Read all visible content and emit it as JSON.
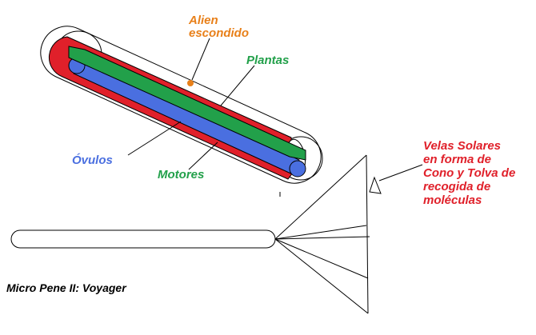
{
  "labels": {
    "alien": "Alien\nescondido",
    "plantas": "Plantas",
    "ovulos": "Óvulos",
    "motores": "Motores",
    "velas": "Velas Solares\nen forma de\nCono y Tolva de\nrecogida de\nmoléculas",
    "title": "Micro Pene II: Voyager"
  },
  "colors": {
    "alien": "#e8801a",
    "plantas": "#22a04a",
    "ovulos": "#4a6fe0",
    "motores_shell": "#e0202a",
    "velas": "#e0202a",
    "outline": "#000000"
  }
}
